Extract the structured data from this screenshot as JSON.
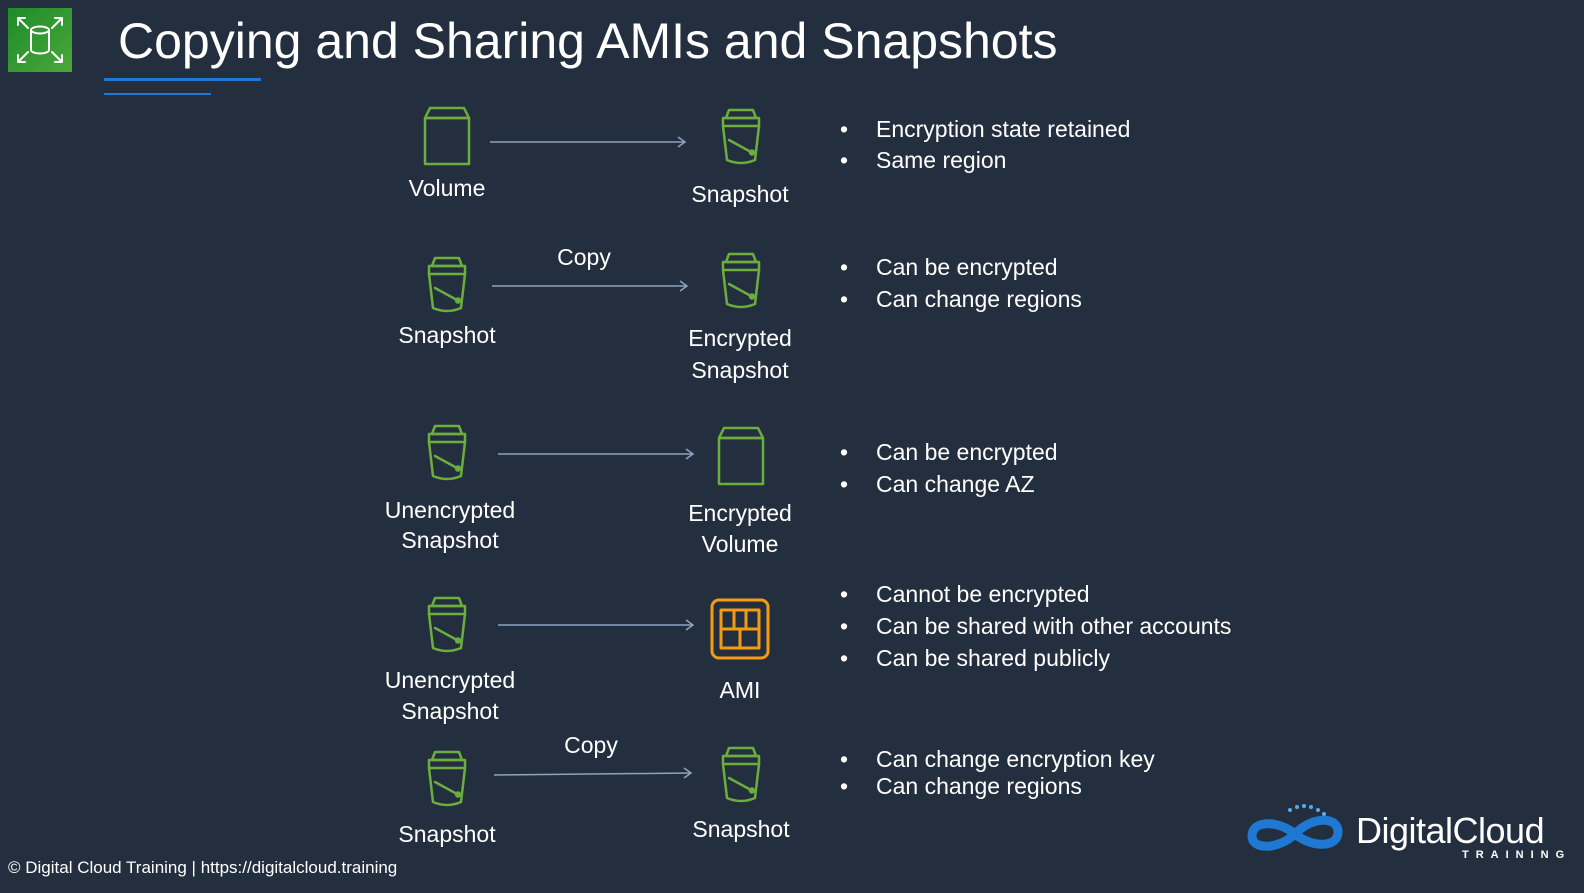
{
  "title": "Copying and Sharing AMIs and Snapshots",
  "colors": {
    "background": "#232f3e",
    "storage_icon": "#6cae3e",
    "ami_icon": "#f39c12",
    "accent_blue": "#1f78d1",
    "arrow": "#8fa3bf"
  },
  "header_icon": "ebs-storage-icon",
  "rows": [
    {
      "source": {
        "label": "Volume",
        "icon": "volume-icon"
      },
      "arrow_label": "",
      "target": {
        "label": "Snapshot",
        "icon": "snapshot-icon"
      },
      "bullets": [
        "Encryption state retained",
        "Same region"
      ]
    },
    {
      "source": {
        "label": "Snapshot",
        "icon": "snapshot-icon"
      },
      "arrow_label": "Copy",
      "target": {
        "label_line1": "Encrypted",
        "label_line2": "Snapshot",
        "icon": "snapshot-icon"
      },
      "bullets": [
        "Can be encrypted",
        "Can change regions"
      ]
    },
    {
      "source": {
        "label_line1": "Unencrypted",
        "label_line2": "Snapshot",
        "icon": "snapshot-icon"
      },
      "arrow_label": "",
      "target": {
        "label_line1": "Encrypted",
        "label_line2": "Volume",
        "icon": "volume-icon"
      },
      "bullets": [
        "Can be encrypted",
        "Can change AZ"
      ]
    },
    {
      "source": {
        "label_line1": "Unencrypted",
        "label_line2": "Snapshot",
        "icon": "snapshot-icon"
      },
      "arrow_label": "",
      "target": {
        "label": "AMI",
        "icon": "ami-icon"
      },
      "bullets": [
        "Cannot be encrypted",
        "Can be shared with other accounts",
        "Can be shared publicly"
      ]
    },
    {
      "source": {
        "label": "Snapshot",
        "icon": "snapshot-icon"
      },
      "arrow_label": "Copy",
      "target": {
        "label": "Snapshot",
        "icon": "snapshot-icon"
      },
      "bullets": [
        "Can change encryption key",
        "Can change regions"
      ]
    }
  ],
  "footer": "© Digital Cloud Training  | https://digitalcloud.training",
  "brand": {
    "name": "DigitalCloud",
    "sub": "TRAINING"
  }
}
